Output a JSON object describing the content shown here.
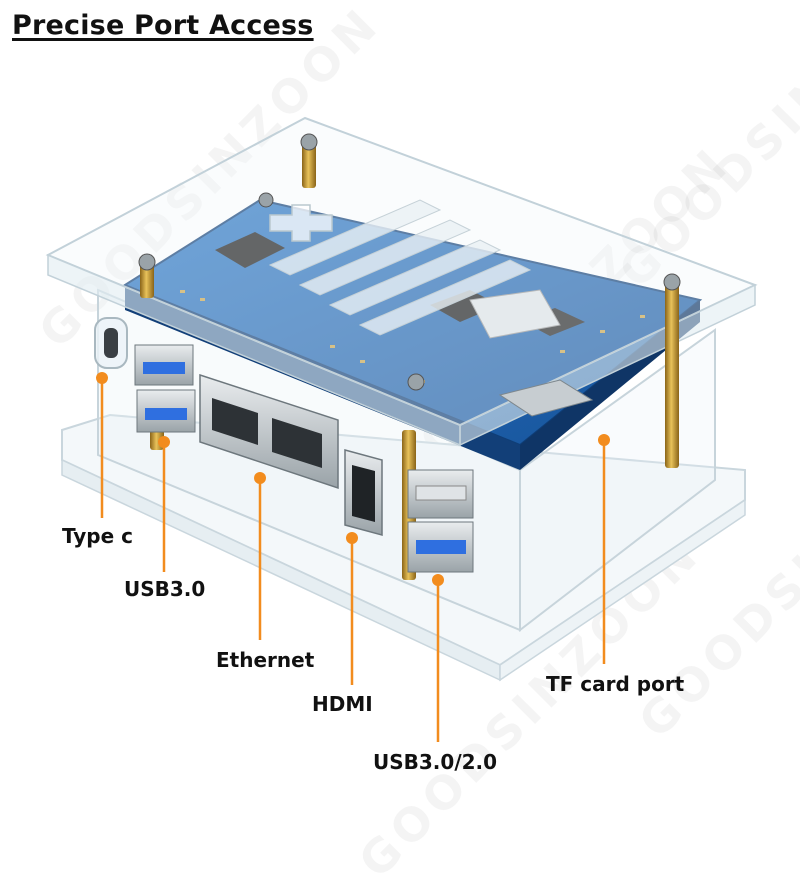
{
  "title": "Precise Port Access",
  "watermark": "GOODSINZOON",
  "callouts": {
    "type_c": "Type c",
    "usb30": "USB3.0",
    "ethernet": "Ethernet",
    "hdmi": "HDMI",
    "usb30_20": "USB3.0/2.0",
    "tf_card": "TF card port"
  },
  "colors": {
    "callout_line": "#f28c1e",
    "pcb_blue": "#1f64b5",
    "usb_blue": "#2f6fe0",
    "acrylic_edge": "#d8e4ea",
    "brass": "#c8982f"
  }
}
